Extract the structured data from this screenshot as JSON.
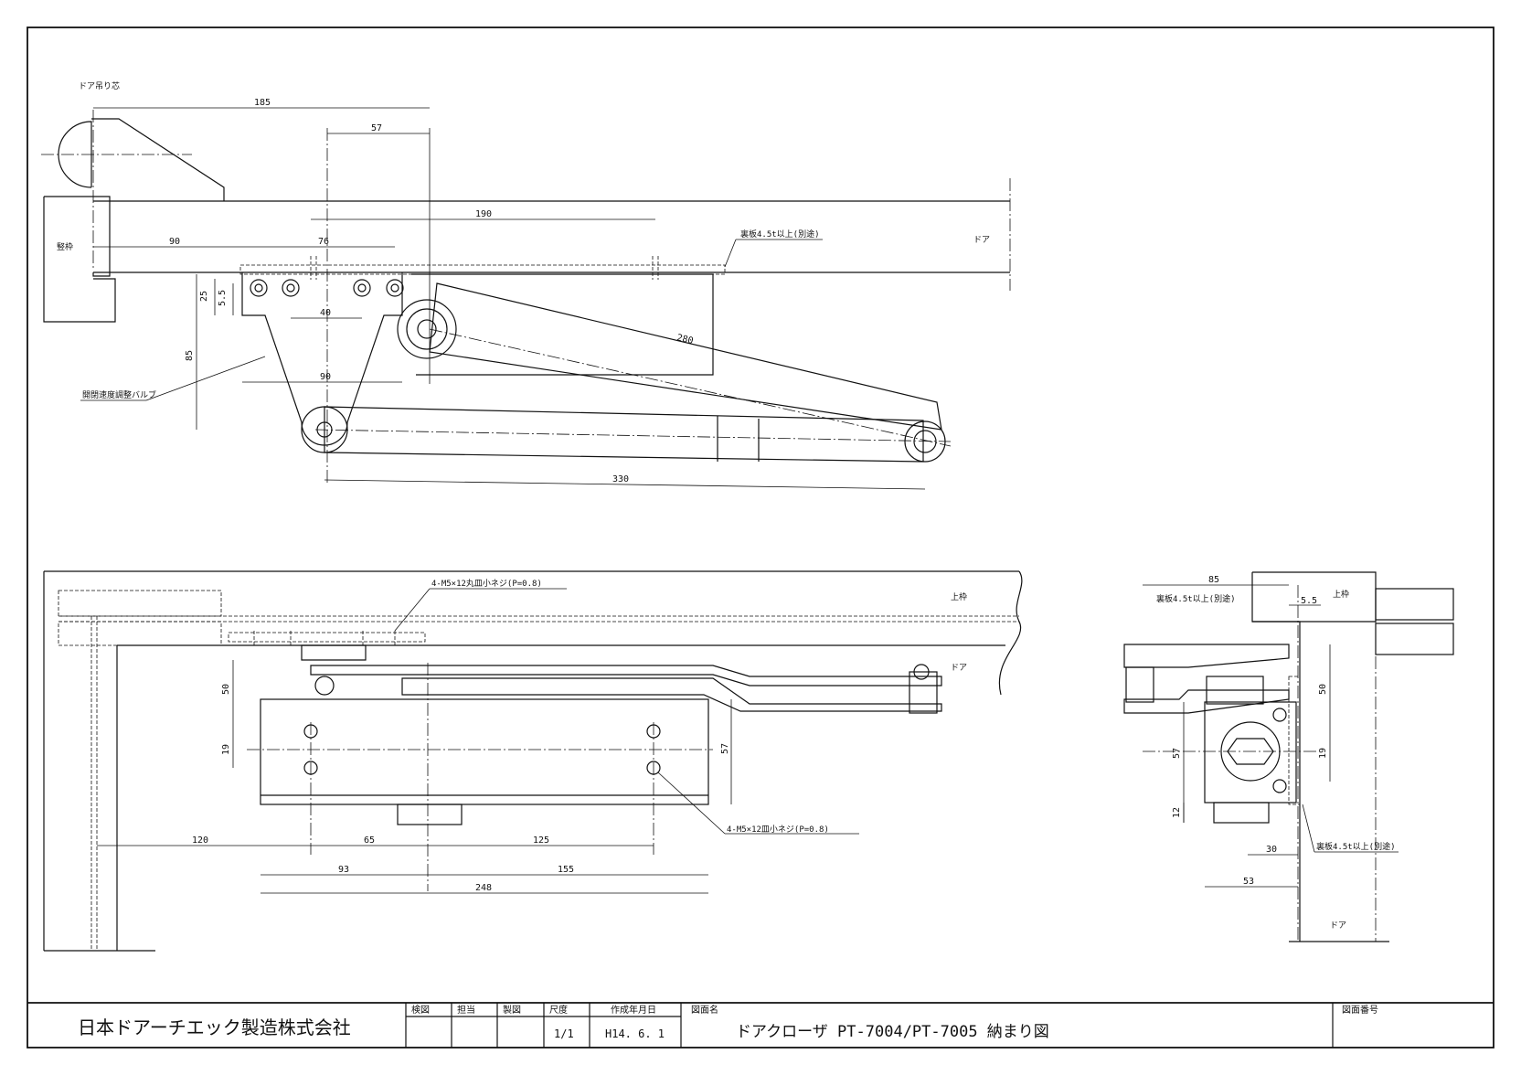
{
  "labels": {
    "door_pivot": "ドア吊り芯",
    "frame": "竪枠",
    "door_top": "ドア",
    "backplate_top": "裏板4.5t以上(別途)",
    "valve": "開閉速度調整バルブ",
    "top_frame": "上枠",
    "door_front": "ドア",
    "screw_top": "4-M5×12丸皿小ネジ(P=0.8)",
    "screw_bottom": "4-M5×12皿小ネジ(P=0.8)",
    "side_backplate_top": "裏板4.5t以上(別途)",
    "side_backplate_bottom": "裏板4.5t以上(別途)",
    "side_top_frame": "上枠",
    "side_door": "ドア"
  },
  "dims": {
    "d185": "185",
    "d57": "57",
    "d190": "190",
    "d90a": "90",
    "d76": "76",
    "d25": "25",
    "d55": "5.5",
    "d40": "40",
    "d85a": "85",
    "d90b": "90",
    "d280": "280",
    "d330": "330",
    "d50": "50",
    "d19": "19",
    "d57b": "57",
    "d120": "120",
    "d65": "65",
    "d125": "125",
    "d93": "93",
    "d155": "155",
    "d248": "248",
    "s85": "85",
    "s55": "5.5",
    "s50": "50",
    "s19": "19",
    "s57": "57",
    "s12": "12",
    "s30": "30",
    "s53": "53"
  },
  "title_block": {
    "company": "日本ドアーチエック製造株式会社",
    "check": "検図",
    "charge": "担当",
    "draw": "製図",
    "scale_label": "尺度",
    "date_label": "作成年月日",
    "name_label": "図面名",
    "number_label": "図面番号",
    "scale": "1/1",
    "date": "H14. 6. 1",
    "drawing_name": "ドアクローザ PT-7004/PT-7005 納まり図"
  }
}
